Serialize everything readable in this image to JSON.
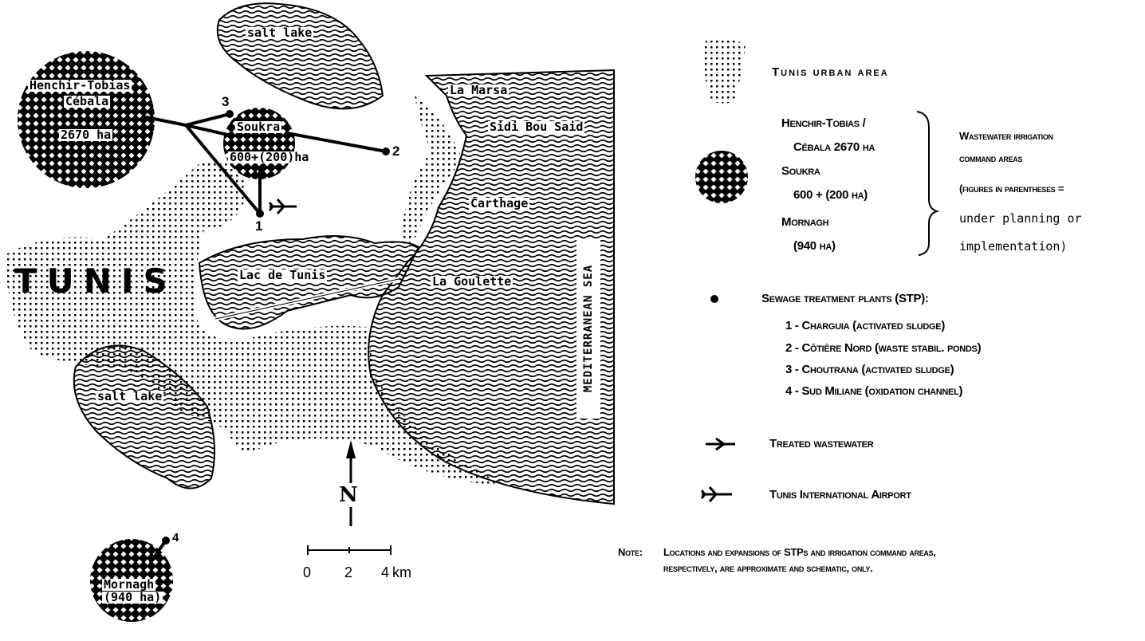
{
  "map": {
    "city_label": "TUNIS",
    "places": {
      "salt_lake_north": "salt lake",
      "salt_lake_south": "salt lake",
      "la_marsa": "La Marsa",
      "sidi_bou_said": "Sidi Bou Said",
      "carthage": "Carthage",
      "lac_de_tunis": "Lac de Tunis",
      "la_goulette": "La Goulette",
      "sea": "MEDITERRANEAN SEA"
    },
    "irrigation_areas": {
      "henchir": [
        "Henchir-Tobias",
        "Cébala",
        "2670 ha"
      ],
      "soukra": [
        "Soukra",
        "600+(200)ha"
      ],
      "mornagh": [
        "Mornagh",
        "(940 ha)"
      ]
    },
    "stp_numbers": [
      "1",
      "2",
      "3",
      "4"
    ],
    "scale": {
      "ticks": [
        "0",
        "2",
        "4"
      ],
      "unit": "km"
    },
    "north_label": "N"
  },
  "legend": {
    "urban": "Tunis urban area",
    "areas": [
      "Henchir-Tobias /",
      "Cébala   2670 ha",
      "Soukra",
      "600 + (200 ha)",
      "Mornagh",
      "(940 ha)"
    ],
    "areas_desc": [
      "Wastewater irrigation",
      "command areas",
      "(figures in parentheses ="
    ],
    "areas_desc_mono": [
      "under planning or",
      "implementation)"
    ],
    "stp_title": "Sewage treatment plants (STP):",
    "stp_items": [
      "1 - Charguia (activated sludge)",
      "2 - Côtière Nord (waste stabil. ponds)",
      "3 - Choutrana (activated sludge)",
      "4 - Sud Miliane (oxidation channel)"
    ],
    "treated": "Treated wastewater",
    "airport": "Tunis International Airport",
    "note_label": "Note:",
    "note": [
      "Locations and expansions of STPs and irrigation command areas,",
      "respectively, are approximate and schematic, only."
    ]
  }
}
